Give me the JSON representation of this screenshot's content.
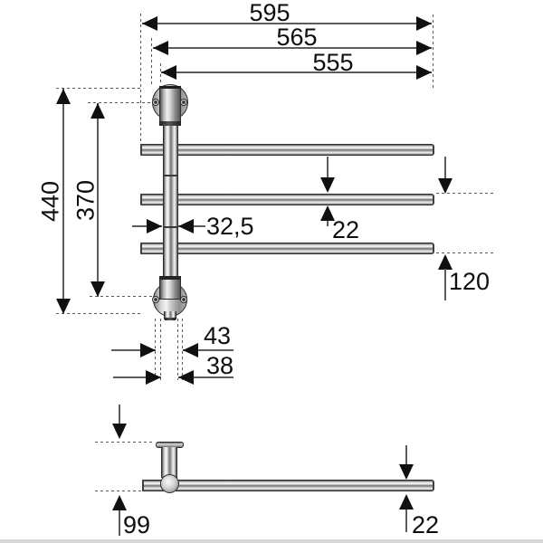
{
  "drawing": {
    "dimensions": {
      "overall_width": "595",
      "mid_width": "565",
      "inner_width": "555",
      "overall_height": "440",
      "inner_height": "370",
      "post_width": "32,5",
      "bar_diameter": "22",
      "bar_offset": "120",
      "flange_width": "43",
      "flange_inner_width": "38",
      "wall_clearance": "99",
      "side_bar_diameter": "22"
    }
  }
}
